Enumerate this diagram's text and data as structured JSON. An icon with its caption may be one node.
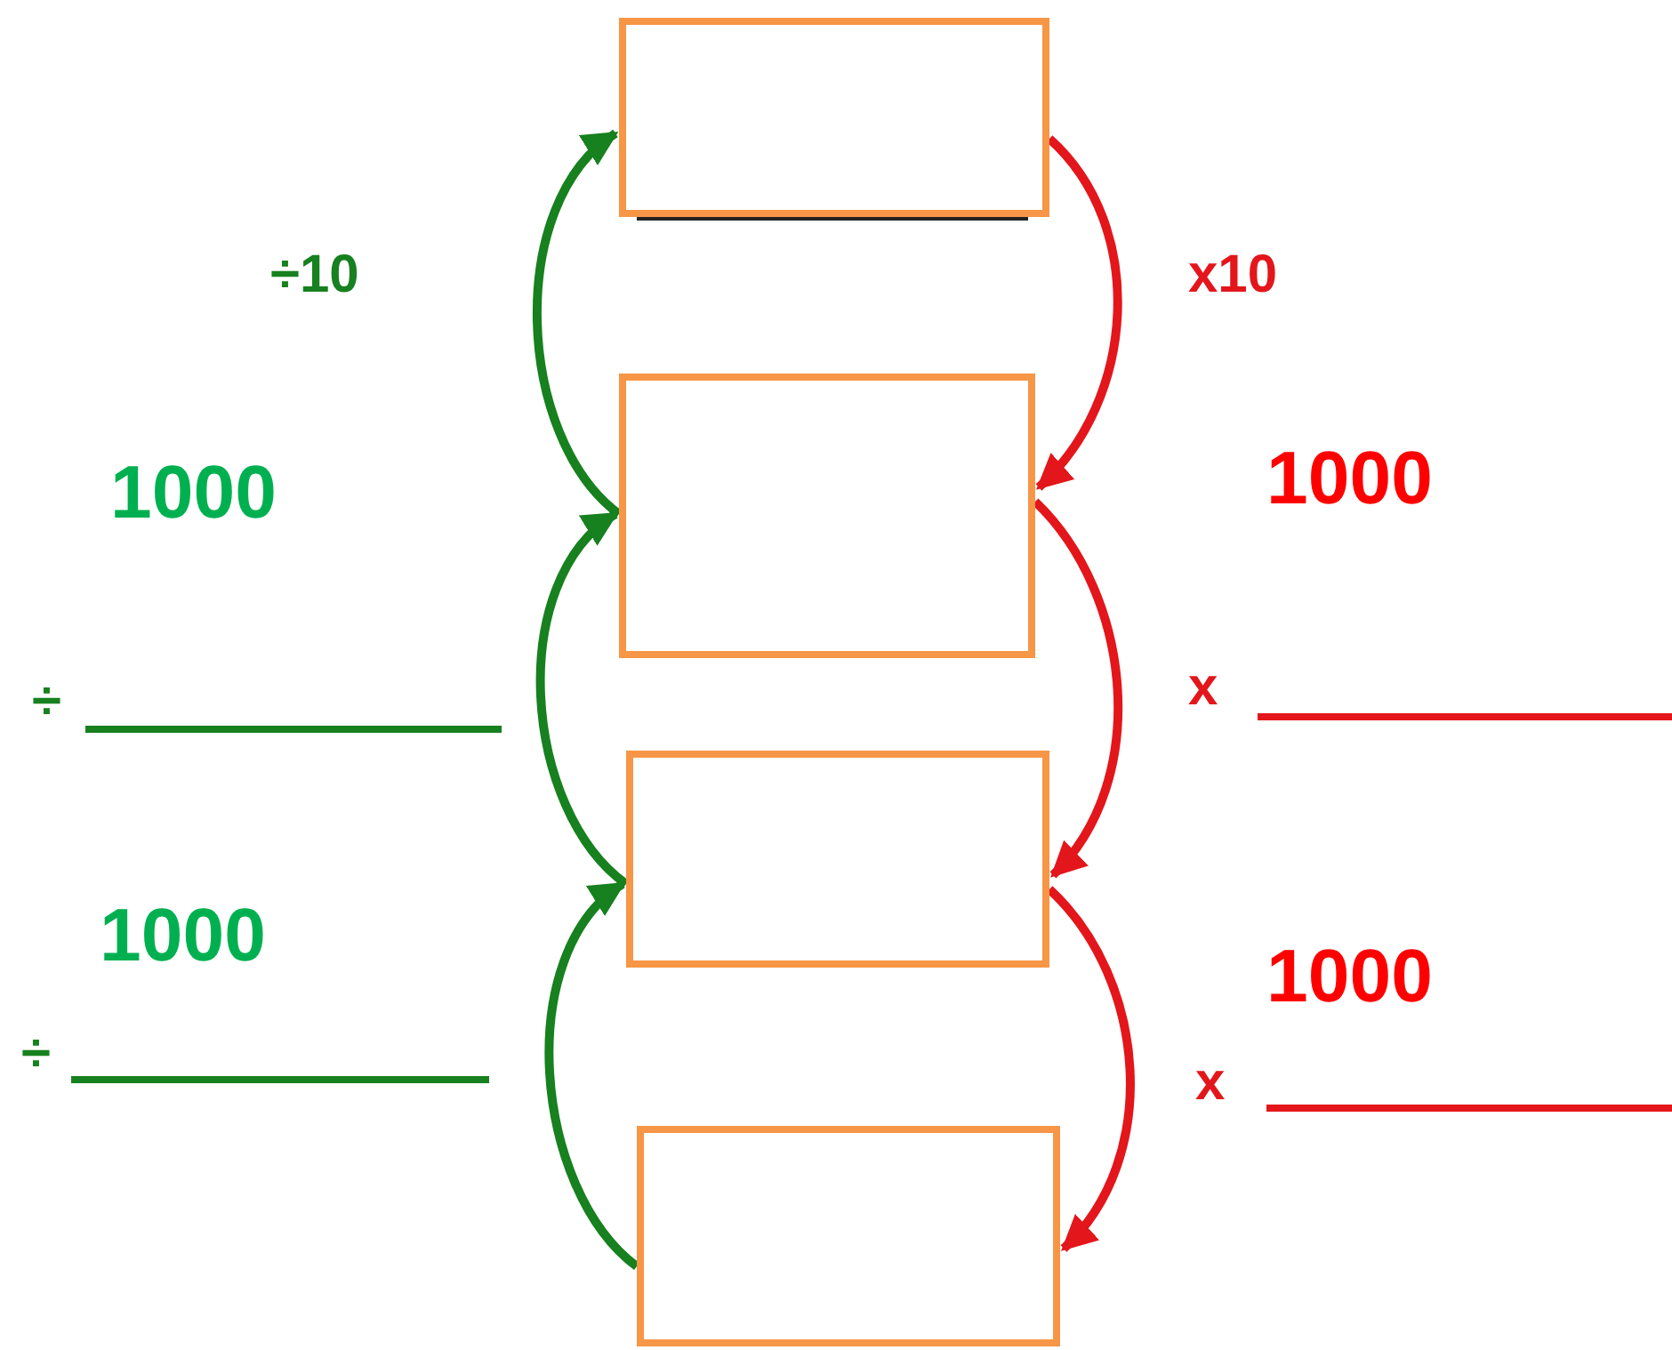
{
  "diagram": {
    "nodes": [
      {
        "text": [],
        "shape": "box"
      },
      {
        "text": [],
        "shape": "box"
      },
      {
        "text": [],
        "shape": "box"
      },
      {
        "text": [],
        "shape": "box"
      }
    ],
    "edges": [
      {
        "from": 1,
        "to": 0,
        "arrow": "to",
        "label": "÷10",
        "color": "#17801f"
      },
      {
        "from": 0,
        "to": 1,
        "arrow": "to",
        "label": "x10",
        "color": "#e3161b"
      },
      {
        "from": 2,
        "to": 1,
        "arrow": "to",
        "color": "#17801f"
      },
      {
        "from": 1,
        "to": 2,
        "arrow": "to",
        "color": "#e3161b"
      },
      {
        "from": 3,
        "to": 2,
        "arrow": "to",
        "color": "#17801f"
      },
      {
        "from": 2,
        "to": 3,
        "arrow": "to",
        "color": "#e3161b"
      }
    ],
    "labels": [
      "1000",
      "1000",
      "x",
      "÷",
      "1000",
      "1000",
      "÷",
      "x"
    ]
  }
}
